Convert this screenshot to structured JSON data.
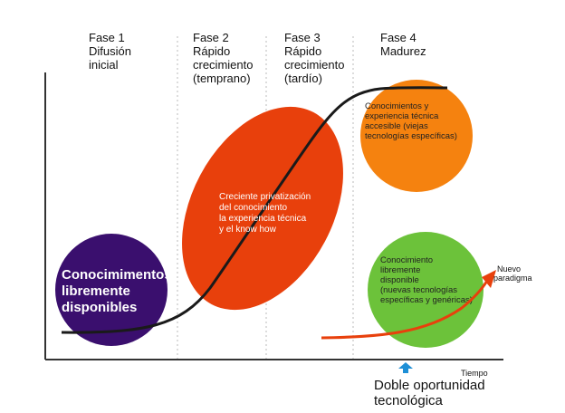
{
  "phases": [
    {
      "lines": [
        "Fase 1",
        "Difusión",
        "inicial"
      ]
    },
    {
      "lines": [
        "Fase 2",
        "Rápido",
        "crecimiento",
        "(temprano)"
      ]
    },
    {
      "lines": [
        "Fase 3",
        "Rápido",
        "crecimiento",
        "(tardío)"
      ]
    },
    {
      "lines": [
        "Fase 4",
        "Madurez"
      ]
    }
  ],
  "bubbles": {
    "purple": {
      "color": "#3a0f6e",
      "lines": [
        "Conocimimentos",
        "libremente",
        "disponibles"
      ]
    },
    "red": {
      "color": "#e8400c",
      "lines": [
        "Creciente privatización",
        "del conocimiento",
        "la experiencia técnica",
        "y el know how"
      ]
    },
    "orange": {
      "color": "#f5820f",
      "lines": [
        "Conocimientos y",
        "experiencia técnica",
        "accesible (viejas",
        "tecnologías específicas)"
      ]
    },
    "green": {
      "color": "#6cc23a",
      "lines": [
        "Conocimiento",
        "libremente",
        "disponible",
        "(nuevas tecnologías",
        "específicas y genéricas)"
      ]
    }
  },
  "annotations": {
    "new_paradigm": [
      "Nuevo",
      "paradigma"
    ],
    "time_axis": "Tiempo",
    "double_opportunity": [
      "Doble oportunidad",
      "tecnológica"
    ]
  },
  "colors": {
    "curve": "#1a1a1a",
    "arrow": "#e8400c",
    "pointer": "#1e8fd6",
    "divider": "#bbbbbb"
  }
}
